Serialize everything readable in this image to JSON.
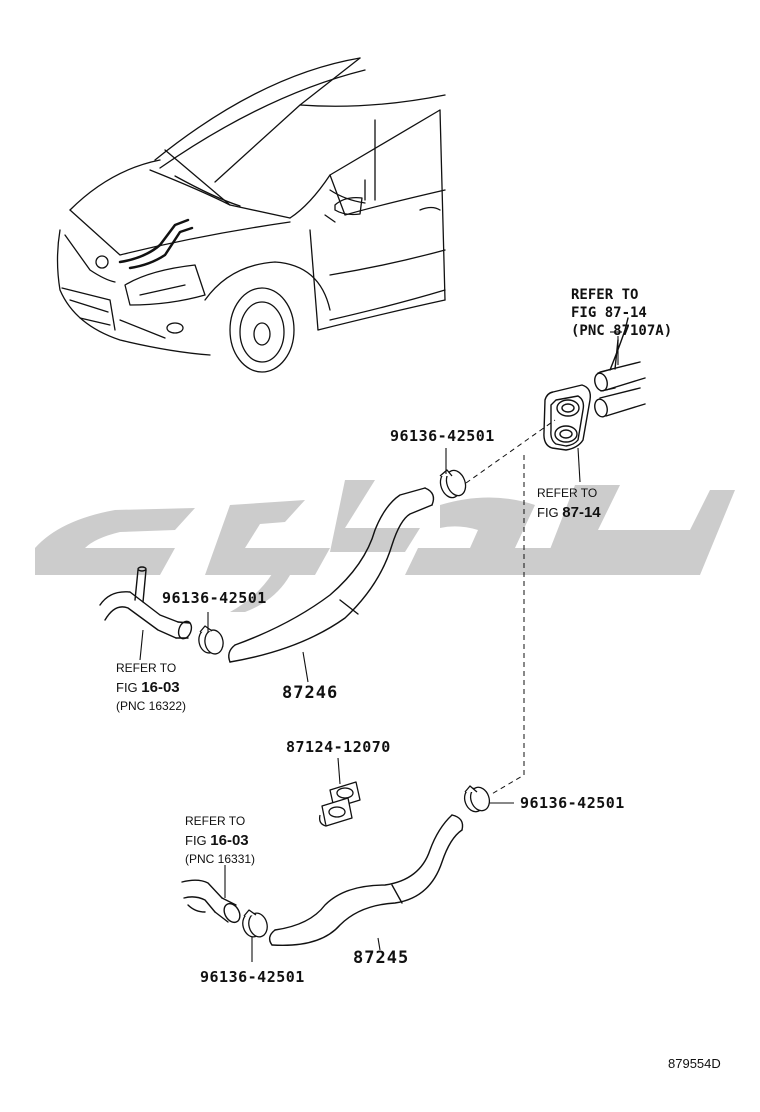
{
  "labels": {
    "clamp_top": "96136-42501",
    "clamp_left": "96136-42501",
    "clamp_right": "96136-42501",
    "clamp_bottom": "96136-42501",
    "hose_upper": "87246",
    "hose_lower": "87245",
    "clip": "87124-12070"
  },
  "refs": {
    "top_right": {
      "line1": "REFER TO",
      "line2": "FIG 87-14",
      "line3": "(PNC 87107A)"
    },
    "grommet": {
      "line1": "REFER TO",
      "line2": "FIG ",
      "line2_num": "87-14"
    },
    "left_upper": {
      "line1": "REFER TO",
      "line2": "FIG ",
      "line2_num": "16-03",
      "line3": "(PNC 16322)"
    },
    "left_lower": {
      "line1": "REFER TO",
      "line2": "FIG ",
      "line2_num": "16-03",
      "line3": "(PNC 16331)"
    }
  },
  "illustration_code": "879554D",
  "colors": {
    "line": "#111111",
    "watermark": "#cccccc"
  }
}
